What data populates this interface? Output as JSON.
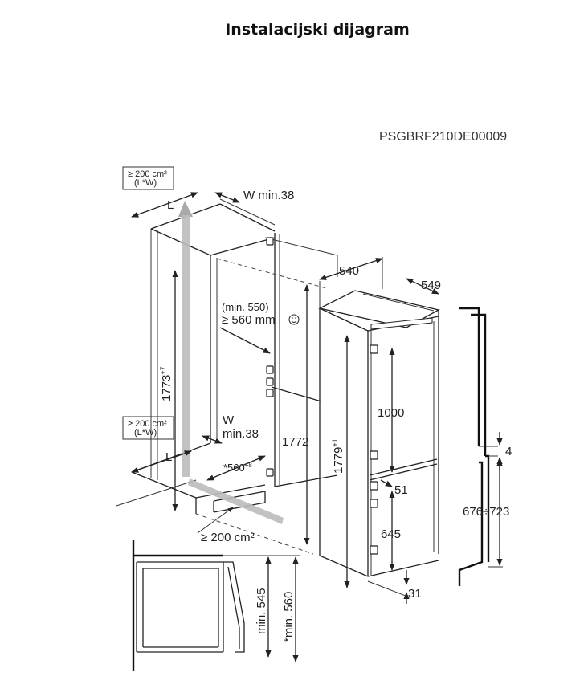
{
  "page": {
    "title": "Instalacijski dijagram"
  },
  "diagram": {
    "code": "PSGBRF210DE00009",
    "vent_top": {
      "area": "≥ 200 cm²",
      "dims": "(L*W)",
      "length_label": "L",
      "width_label": "W min.38"
    },
    "vent_bottom": {
      "area": "≥ 200 cm²",
      "dims": "(L*W)",
      "length_label": "L",
      "width_label_1": "W",
      "width_label_2": "min.38"
    },
    "vent_base": "≥ 200 cm²",
    "niche": {
      "depth_min": "(min. 550)",
      "depth": "≥ 560 mm",
      "height_main": "1773",
      "height_main_sup": "+7",
      "height_inner": "1772",
      "width_main": "*560",
      "width_main_sup": "+8"
    },
    "appliance": {
      "depth": "540",
      "width": "549",
      "height_main": "1779",
      "height_main_sup": "+1",
      "upper_door": "1000",
      "gap": "51",
      "lower_door": "645",
      "bottom": "31"
    },
    "side_profile": {
      "gap": "4",
      "range": "676÷723"
    },
    "section": {
      "min_a": "min. 545",
      "min_b": "*min. 560"
    }
  }
}
